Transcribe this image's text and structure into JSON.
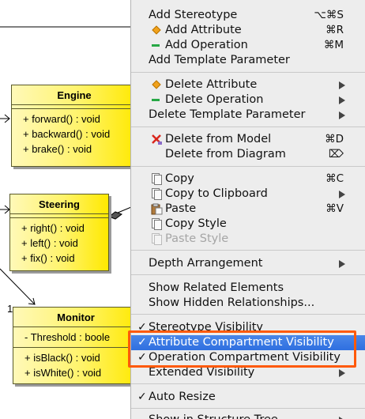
{
  "diagram": {
    "classes": [
      {
        "name": "Engine",
        "attributes": [],
        "operations": [
          "+ forward() : void",
          "+ backward() : void",
          "+ brake() : void"
        ]
      },
      {
        "name": "Steering",
        "attributes": [],
        "operations": [
          "+ right() : void",
          "+ left() : void",
          "+ fix() : void"
        ]
      },
      {
        "name": "Monitor",
        "attributes": [
          "- Threshold : boole"
        ],
        "operations": [
          "+ isBlack() : void",
          "+ isWhite() : void"
        ]
      }
    ],
    "multiplicity": "1"
  },
  "menu": {
    "items": [
      {
        "label": "Add Stereotype",
        "shortcut": "⌥⌘S",
        "icon": ""
      },
      {
        "label": "Add Attribute",
        "shortcut": "⌘R",
        "icon": "attribute-diamond-icon"
      },
      {
        "label": "Add Operation",
        "shortcut": "⌘M",
        "icon": "operation-bar-icon"
      },
      {
        "label": "Add Template Parameter",
        "shortcut": "",
        "icon": ""
      },
      {
        "label": "Delete Attribute",
        "submenu": true,
        "icon": "attribute-diamond-icon"
      },
      {
        "label": "Delete Operation",
        "submenu": true,
        "icon": "operation-bar-icon"
      },
      {
        "label": "Delete Template Parameter",
        "submenu": true,
        "icon": ""
      },
      {
        "label": "Delete from Model",
        "shortcut": "⌘D",
        "icon": "delete-from-model-icon"
      },
      {
        "label": "Delete from Diagram",
        "shortcut": "⌦",
        "icon": ""
      },
      {
        "label": "Copy",
        "shortcut": "⌘C",
        "icon": "copy-icon"
      },
      {
        "label": "Copy to Clipboard",
        "submenu": true,
        "icon": "copy-clipboard-icon"
      },
      {
        "label": "Paste",
        "shortcut": "⌘V",
        "icon": "paste-icon"
      },
      {
        "label": "Copy Style",
        "icon": "copy-style-icon"
      },
      {
        "label": "Paste Style",
        "icon": "paste-style-icon",
        "disabled": true
      },
      {
        "label": "Depth Arrangement",
        "submenu": true
      },
      {
        "label": "Show Related Elements"
      },
      {
        "label": "Show Hidden Relationships..."
      },
      {
        "label": "Stereotype Visibility",
        "checked": true
      },
      {
        "label": "Attribute Compartment Visibility",
        "checked": true,
        "selected": true
      },
      {
        "label": "Operation Compartment Visibility",
        "checked": true
      },
      {
        "label": "Extended Visibility",
        "submenu": true
      },
      {
        "label": "Auto Resize",
        "checked": true
      },
      {
        "label": "Show in Structure Tree",
        "submenu": true
      }
    ],
    "colors": {
      "highlight": "#2f6fe0",
      "callout": "#ff5a0a"
    },
    "check_glyph": "✓"
  }
}
